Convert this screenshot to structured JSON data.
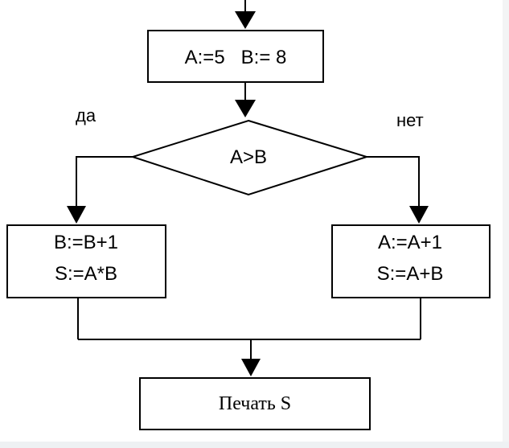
{
  "diagram": {
    "init_block": "A:=5   B:= 8",
    "condition": "A>B",
    "yes_label": "да",
    "no_label": "нет",
    "yes_branch": {
      "line1": "B:=B+1",
      "line2": "S:=A*B"
    },
    "no_branch": {
      "line1": "A:=A+1",
      "line2": "S:=A+B"
    },
    "output_block": "Печать S"
  },
  "colors": {
    "stroke": "#000000",
    "background": "#ffffff"
  }
}
